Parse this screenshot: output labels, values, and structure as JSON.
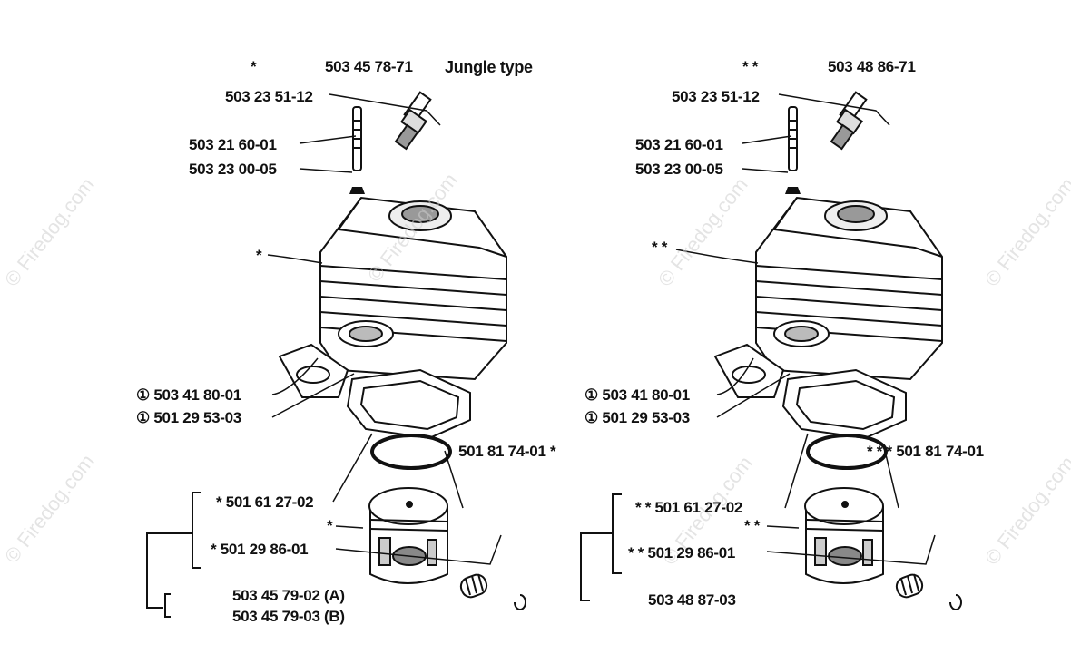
{
  "left": {
    "star": "*",
    "kit": "503 45 78-71",
    "kit_note": "Jungle type",
    "spark_plug": "503 23 51-12",
    "stud": "503 21 60-01",
    "nut": "503 23 00-05",
    "cylinder_marker": "*",
    "gasket_exhaust": "① 503 41 80-01",
    "gasket_base": "① 501 29 53-03",
    "piston_pin": "501 81 74-01  *",
    "piston": "* 501 61 27-02",
    "piston_marker": "*",
    "ring": "*  501 29 86-01",
    "set_a": "503 45 79-02 (A)",
    "set_b": "503 45 79-03 (B)"
  },
  "right": {
    "star": "* *",
    "kit": "503 48 86-71",
    "spark_plug": "503 23 51-12",
    "stud": "503 21 60-01",
    "nut": "503 23 00-05",
    "cylinder_marker": "* *",
    "gasket_exhaust": "① 503 41 80-01",
    "gasket_base": "① 501 29 53-03",
    "piston_pin": "* * *  501 81 74-01",
    "piston": "* * 501 61 27-02",
    "piston_marker": "* *",
    "ring": "* *  501 29 86-01",
    "set": "503 48 87-03"
  },
  "watermark": "© Firedog.com"
}
